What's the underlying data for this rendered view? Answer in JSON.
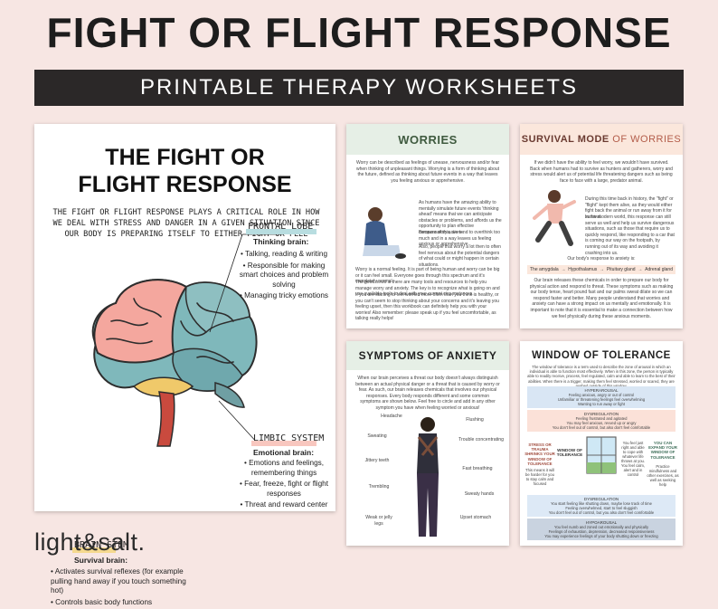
{
  "header": {
    "title": "FIGHT OR FLIGHT RESPONSE",
    "subtitle": "PRINTABLE THERAPY WORKSHEETS"
  },
  "main_sheet": {
    "title_line1": "THE FIGHT OR",
    "title_line2": "FLIGHT RESPONSE",
    "intro": "THE FIGHT OR FLIGHT RESPONSE PLAYS A CRITICAL ROLE IN HOW WE DEAL WITH STRESS AND DANGER IN A GIVEN SITUATION SINCE OUR BODY IS PREPARING ITSELF TO EITHER FIGHT OR FLEE",
    "frontal": {
      "title": "FRONTAL LOBE",
      "sub": "Thinking brain:",
      "items": [
        "Talking, reading & writing",
        "Responsible for making smart choices and problem solving",
        "Managing tricky emotions"
      ]
    },
    "limbic": {
      "title": "LIMBIC SYSTEM",
      "sub": "Emotional brain:",
      "items": [
        "Emotions and feelings, remembering things",
        "Fear, freeze, fight or flight responses",
        "Threat and reward center"
      ]
    },
    "stem": {
      "title": "BRAIN STEM",
      "sub": "Survival brain:",
      "items": [
        "Activates survival reflexes (for example pulling hand away if you touch something hot)",
        "Controls basic body functions"
      ]
    }
  },
  "worries": {
    "title": "WORRIES",
    "p1": "Worry can be described as feelings of unease, nervousness and/or fear when thinking of unpleasant things. Worrying is a form of thinking about the future, defined as thinking about future events in a way that leaves you feeling anxious or apprehensive.",
    "p2": "As humans have the amazing ability to mentally simulate future events 'thinking ahead' means that we can anticipate obstacles or problems, and affords us the opportunity to plan effective compensatory actions.",
    "p3": "Because of this, we tend to overthink too much and in a way leaves us feeling anxious or apprehensive.",
    "p4": "Also, people that worry a lot then to often feel nervous about the potential dangers of what could or might happen in certain situations.",
    "p5": "Worry is a normal feeling. It is part of being human and worry can be big or it can feel small. Everyone goes through this spectrum and it's completely normal.",
    "p6": "The good news is there are many tools and resources to help you manage worry and anxiety. The key is to recognize what is going on and use available tools to deal with your current circumstances.",
    "p7": "If you are starting to feel worried more often than you think is healthy, or you can't seem to stop thinking about your concerns and it's leaving you feeling upset, then this workbook can definitely help you with your worries! Also remember: please speak up if you feel uncomfortable, as talking really helps!"
  },
  "survival": {
    "title_bold": "SURVIVAL MODE",
    "title_rest": " OF WORRIES",
    "p1": "If we didn't have the ability to feel worry, we wouldn't have survived. Back when humans had to survive as hunters and gatherers, worry and stress would alert us of potential life threatening dangers such as being face to face with a large, predator animal.",
    "p2": "During this time back in history, the \"fight\" or \"flight\" kept them alive, as they would either fight back the animal or run away from it for survival.",
    "p3": "In the modern world, this response can still serve us well and help us survive dangerous situations, such as those that require us to quickly respond, like responding to a car that is coming our way on the footpath, by running out of its way and avoiding it crashing into us.",
    "flow_title": "Our body's response to anxiety is:",
    "flow": [
      "The amygdala",
      "Hypothalamus",
      "Pituitary gland",
      "Adrenal gland"
    ],
    "p4": "Our brain releases these chemicals in order to prepare our body for physical action and respond to threat. These symptoms such as making our body tense, heart pound fast and our palms sweat dilate so we can respond faster and better. Many people understand that worries and anxiety can have a strong impact on us mentally and emotionally. It is important to note that it is essential to make a connection between how we feel physically during these anxious moments."
  },
  "symptoms": {
    "title": "SYMPTOMS OF ANXIETY",
    "p1": "When our brain perceives a threat our body doesn't always distinguish between an actual physical danger or a threat that is caused by worry or fear. As such, our brain releases chemicals that involves our physical responses. Every body responds different and some common symptoms are shown below. Feel free to circle and add in any other symptom you have when feeling worried or anxious!",
    "left": [
      "Headache",
      "Sweating",
      "Jittery teeth",
      "Trembling",
      "Weak or jelly legs"
    ],
    "right": [
      "Flushing",
      "Trouble concentrating",
      "Fast breathing",
      "Sweaty hands",
      "Upset stomach"
    ]
  },
  "window": {
    "title": "WINDOW OF TOLERANCE",
    "intro": "The window of tolerance is a term used to describe the zone of arousal in which an individual is able to function most effectively. When in this zone, the person is typically able to readily receive, process, feel regulated, calm and able to learn to the best of their abilities. When there is a trigger, making them feel stressed, worried or scared, they are pushed outside of this window.",
    "hyper_title": "HYPERAROUSAL",
    "hyper": "Feeling anxious, angry or out of control\nUnfamiliar or threatening feelings feel overwhelming\nWanting to run away or fight",
    "dys1_title": "DYSREGULATION",
    "dys1": "Feeling frustrated and agitated\nYou may feel anxious, revved up or angry\nYou don't feel out of control, but also don't feel comfortable",
    "left_title": "STRESS OR TRAUMA SHRINKS YOUR WINDOW OF TOLERANCE",
    "left_text": "This means it will be harder for you to stay calm and focused",
    "center_title": "WINDOW OF TOLERANCE",
    "center_text": "You feel just right and able to cope with whatever life throws at you. You feel calm, alert and in control",
    "right_title": "YOU CAN EXPAND YOUR WINDOW OF TOLERANCE",
    "right_text": "Practice mindfulness and other exercises, as well as seeking help",
    "dys2_title": "DYSREGULATION",
    "dys2": "You start feeling like shutting down, maybe lose track of time\nFeeling overwhelmed, start to feel sluggish\nYou don't feel out of control, but you also don't feel comfortable",
    "hypo_title": "HYPOAROUSAL",
    "hypo": "You feel numb and zoned out emotionally and physically\nFeelings of exhaustion, depression, decreased responsiveness\nYou may experience feelings of your body shutting down or freezing"
  },
  "brand": {
    "logo": "light&salt."
  }
}
